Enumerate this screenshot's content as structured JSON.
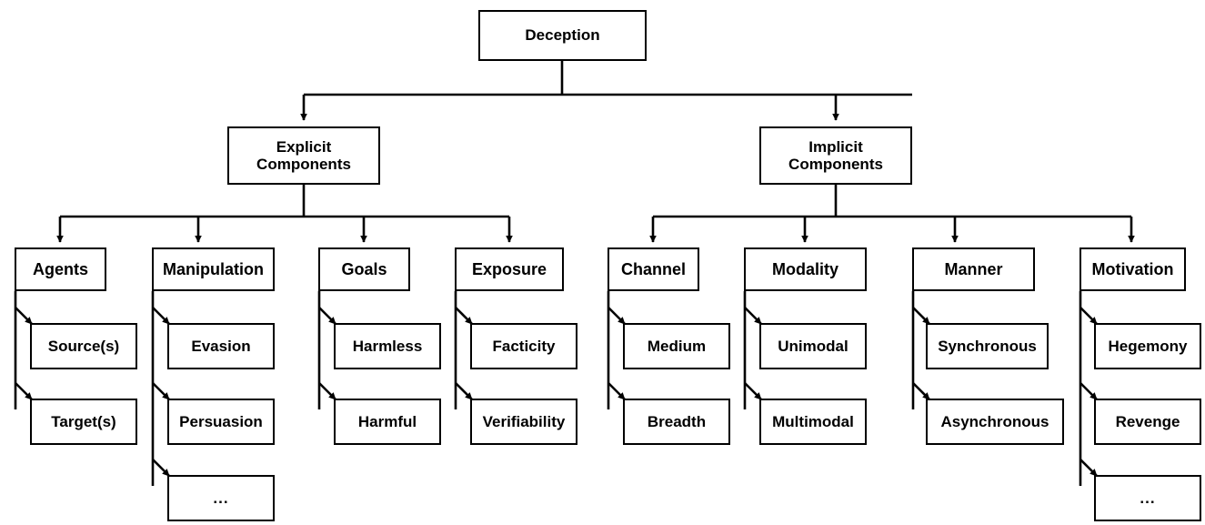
{
  "diagram": {
    "title": "Deception taxonomy tree",
    "stroke_color": "#000000",
    "fill_color": "#ffffff",
    "root": {
      "label": "Deception"
    },
    "level1": [
      {
        "label": "Explicit\nComponents"
      },
      {
        "label": "Implicit\nComponents"
      }
    ],
    "categories": [
      {
        "label": "Agents",
        "children": [
          {
            "label": "Source(s)"
          },
          {
            "label": "Target(s)"
          }
        ]
      },
      {
        "label": "Manipulation",
        "children": [
          {
            "label": "Evasion"
          },
          {
            "label": "Persuasion"
          },
          {
            "label": "..."
          }
        ]
      },
      {
        "label": "Goals",
        "children": [
          {
            "label": "Harmless"
          },
          {
            "label": "Harmful"
          }
        ]
      },
      {
        "label": "Exposure",
        "children": [
          {
            "label": "Facticity"
          },
          {
            "label": "Verifiability"
          }
        ]
      },
      {
        "label": "Channel",
        "children": [
          {
            "label": "Medium"
          },
          {
            "label": "Breadth"
          }
        ]
      },
      {
        "label": "Modality",
        "children": [
          {
            "label": "Unimodal"
          },
          {
            "label": "Multimodal"
          }
        ]
      },
      {
        "label": "Manner",
        "children": [
          {
            "label": "Synchronous"
          },
          {
            "label": "Asynchronous"
          }
        ]
      },
      {
        "label": "Motivation",
        "children": [
          {
            "label": "Hegemony"
          },
          {
            "label": "Revenge"
          },
          {
            "label": "..."
          }
        ]
      }
    ],
    "labels": {
      "root": "Deception",
      "explicit_line1": "Explicit",
      "explicit_line2": "Components",
      "implicit_line1": "Implicit",
      "implicit_line2": "Components",
      "agents": "Agents",
      "manipulation": "Manipulation",
      "goals": "Goals",
      "exposure": "Exposure",
      "channel": "Channel",
      "modality": "Modality",
      "manner": "Manner",
      "motivation": "Motivation",
      "sources": "Source(s)",
      "targets": "Target(s)",
      "evasion": "Evasion",
      "persuasion": "Persuasion",
      "manipulation_more": "...",
      "harmless": "Harmless",
      "harmful": "Harmful",
      "facticity": "Facticity",
      "verifiability": "Verifiability",
      "medium": "Medium",
      "breadth": "Breadth",
      "unimodal": "Unimodal",
      "multimodal": "Multimodal",
      "synchronous": "Synchronous",
      "asynchronous": "Asynchronous",
      "hegemony": "Hegemony",
      "revenge": "Revenge",
      "motivation_more": "..."
    }
  }
}
